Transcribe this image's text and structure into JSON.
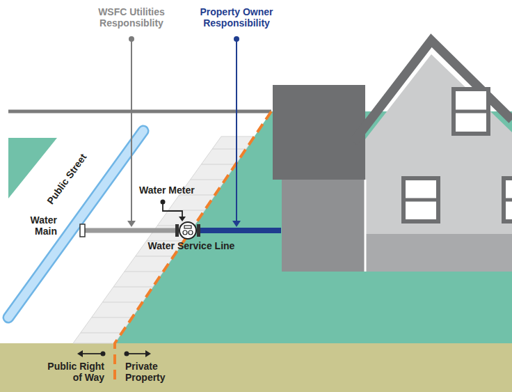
{
  "diagram": {
    "labels": [
      "WSFC Utilities Responsiblity",
      "Property Owner Responsibility",
      "Public Street",
      "Water Main",
      "Water Meter",
      "Water Service Line",
      "Public Right of Way",
      "Private Property"
    ]
  }
}
